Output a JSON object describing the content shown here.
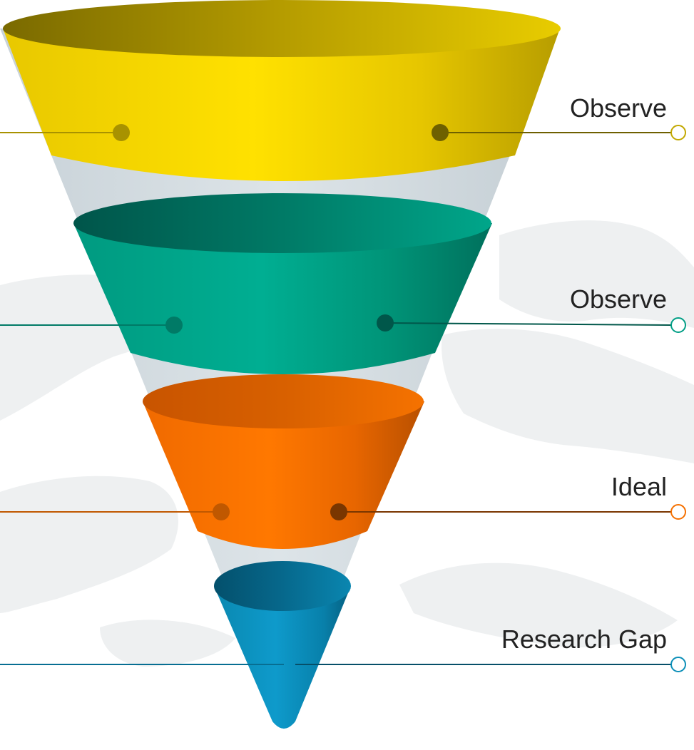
{
  "colors": {
    "yellow": "#f2d300",
    "teal": "#009e85",
    "orange": "#f57000",
    "blue": "#0c8fb8",
    "cone_gray": "#d3dbe0",
    "map_shape": "#eef0f1"
  },
  "tiers": [
    {
      "id": "tier-1",
      "label": "Observe",
      "color": "yellow"
    },
    {
      "id": "tier-2",
      "label": "Observe",
      "color": "teal"
    },
    {
      "id": "tier-3",
      "label": "Ideal",
      "color": "orange"
    },
    {
      "id": "tier-4",
      "label": "Research Gap",
      "color": "blue"
    }
  ]
}
